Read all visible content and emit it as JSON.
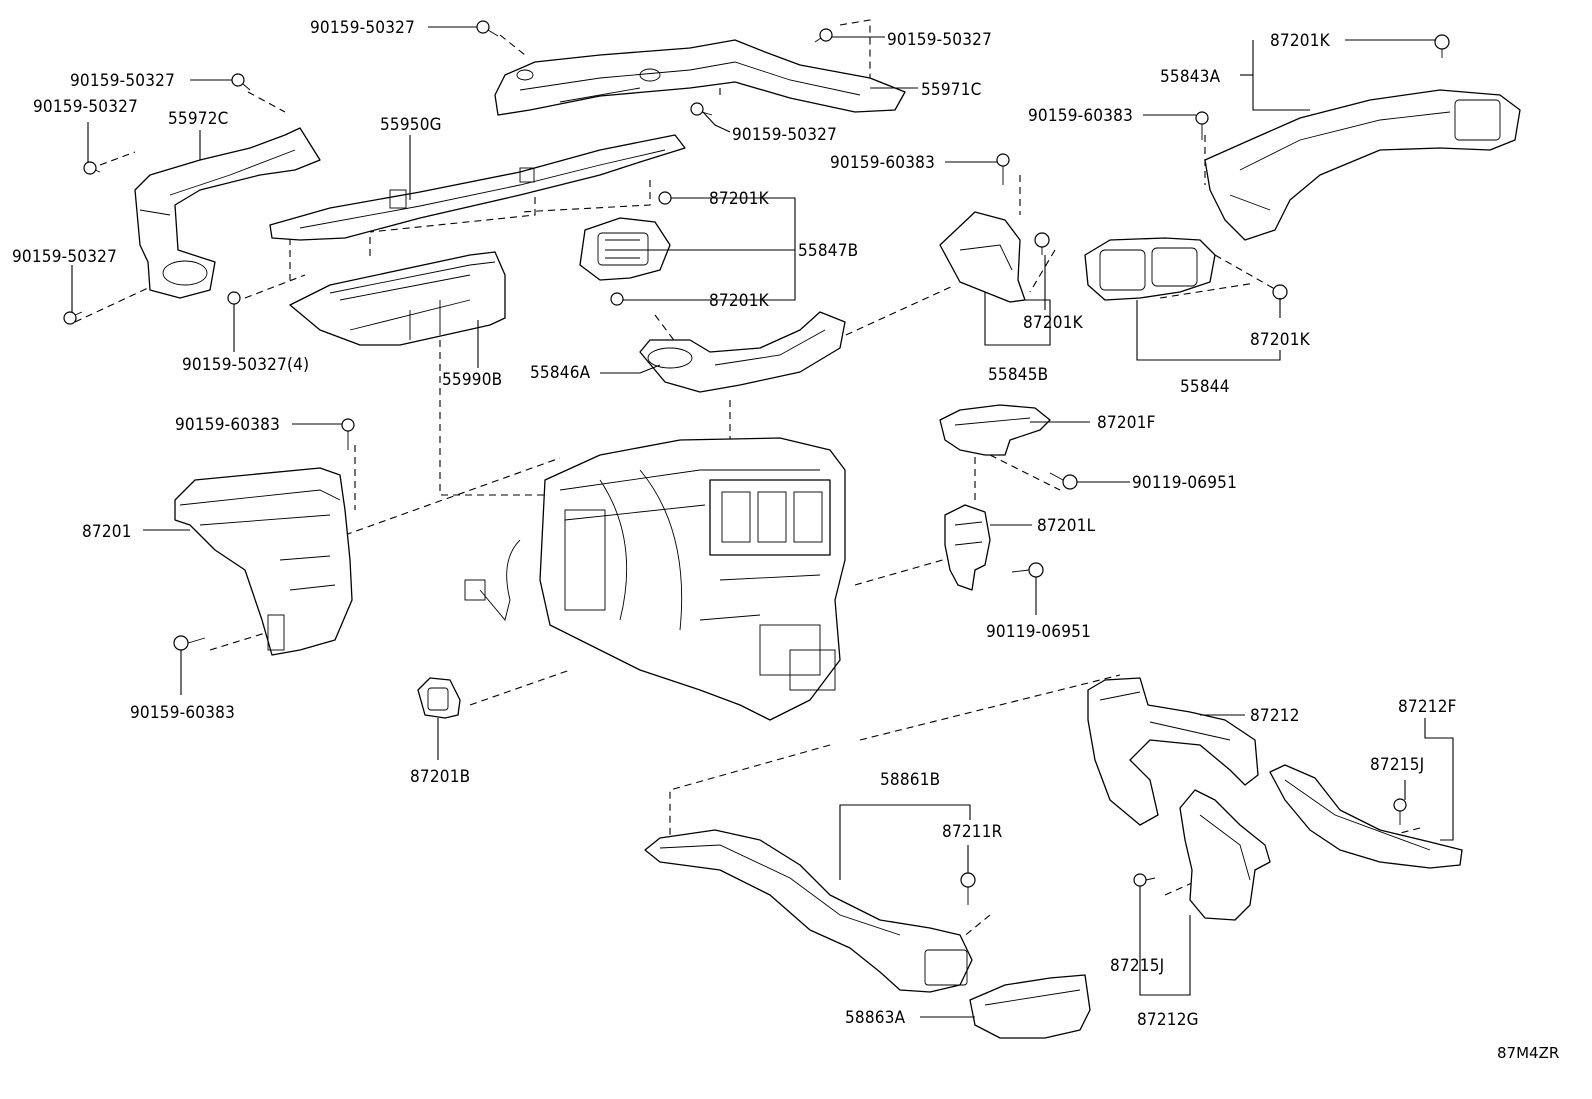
{
  "diagram_code": "87M4ZR",
  "part_numbers": {
    "p01": "90159-50327",
    "p02": "90159-50327",
    "p03": "55971C",
    "p04": "90159-50327",
    "p05": "90159-50327",
    "p06": "90159-50327",
    "p07": "55972C",
    "p08": "55950G",
    "p09": "90159-50327",
    "p10": "90159-50327(4)",
    "p11": "55990B",
    "p12": "87201K",
    "p13": "55847B",
    "p14": "87201K",
    "p15": "55846A",
    "p16": "90159-60383",
    "p17": "87201K",
    "p18": "55845B",
    "p19": "87201K",
    "p20": "55843A",
    "p21": "90159-60383",
    "p22": "87201K",
    "p23": "55844",
    "p24": "90159-60383",
    "p25": "87201",
    "p26": "90159-60383",
    "p27": "87201B",
    "p28": "87201F",
    "p29": "90119-06951",
    "p30": "87201L",
    "p31": "90119-06951",
    "p32": "87212",
    "p33": "87212F",
    "p34": "87215J",
    "p35": "58861B",
    "p36": "87211R",
    "p37": "87215J",
    "p38": "87212G",
    "p39": "58863A",
    "p40": "90159-50327"
  }
}
